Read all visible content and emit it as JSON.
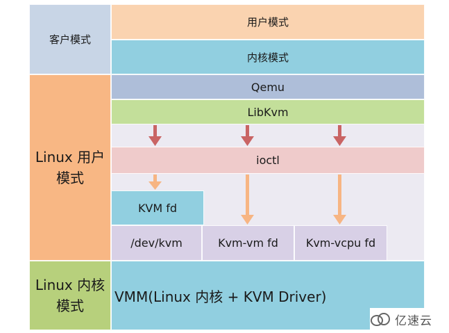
{
  "left_column": {
    "guest_mode": "客户模式",
    "linux_user_mode": [
      "Linux 用户",
      "模式"
    ],
    "linux_kernel_mode": [
      "Linux 内核",
      "模式"
    ]
  },
  "layers": {
    "user_mode": "用户模式",
    "kernel_mode": "内核模式",
    "qemu": "Qemu",
    "libkvm": "LibKvm",
    "ioctl": "ioctl",
    "kvm_fd": "KVM fd",
    "dev_kvm": "/dev/kvm",
    "kvm_vm_fd": "Kvm-vm fd",
    "kvm_vcpu_fd": "Kvm-vcpu fd",
    "vmm": "VMM(Linux  内核 + KVM Driver)"
  },
  "colors": {
    "guest_bg": "#c8d5e6",
    "linux_user_bg": "#f8b784",
    "linux_kernel_bg": "#b7d07c",
    "user_mode_bg": "#fad3b0",
    "kernel_mode_bg": "#91cfe0",
    "qemu_bg": "#aebed9",
    "libkvm_bg": "#c3df9a",
    "ioctl_bg": "#efcbcb",
    "kvm_fd_bg": "#91cfe0",
    "dev_bg": "#d8d0e6",
    "vmm_bg": "#91cfe0",
    "arrow_red": "#c96464",
    "arrow_orange": "#f7b583"
  },
  "logo": {
    "text": "亿速云",
    "icon": "cloud-logo-icon"
  }
}
